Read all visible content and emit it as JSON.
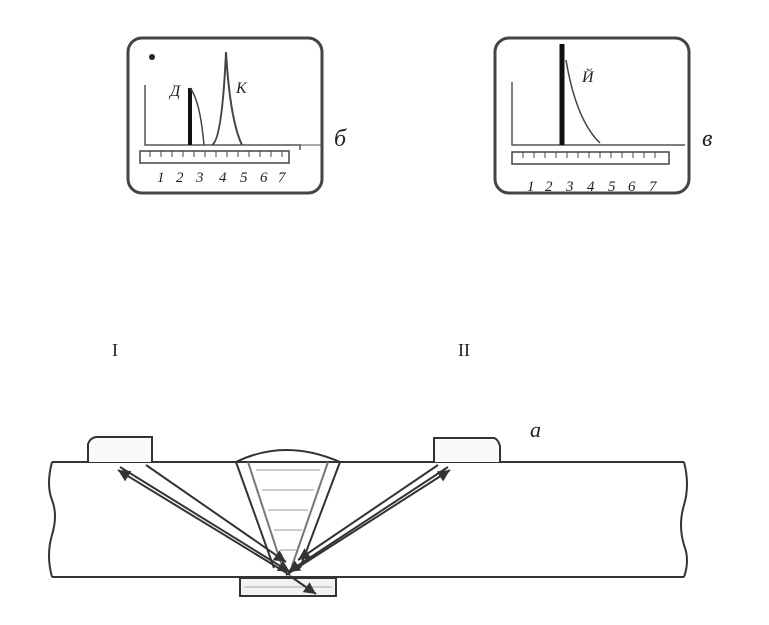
{
  "screens": [
    {
      "letter": "б",
      "peak_labels": [
        "Д",
        "К"
      ],
      "scale_numbers": [
        "1",
        "2",
        "3",
        "4",
        "5",
        "6",
        "7"
      ]
    },
    {
      "letter": "в",
      "peak_labels": [
        "Й"
      ],
      "scale_numbers": [
        "1",
        "2",
        "3",
        "4",
        "5",
        "6",
        "7"
      ]
    }
  ],
  "positions": {
    "left": "I",
    "right": "II",
    "plate_letter": "а"
  },
  "colors": {
    "line": "#333333",
    "screen_border": "#444444",
    "hatch": "#888888"
  }
}
